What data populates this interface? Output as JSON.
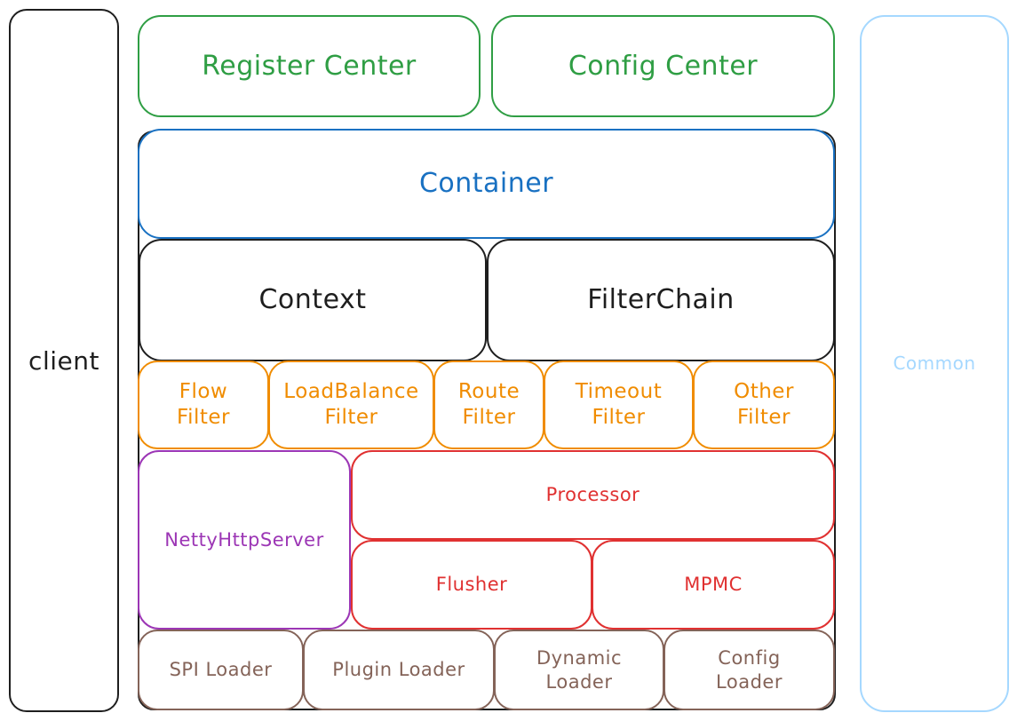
{
  "diagram": {
    "client": {
      "label": "client",
      "color": "#1e1e1e"
    },
    "common": {
      "label": "Common",
      "color": "#a5d8ff"
    },
    "top_row": [
      {
        "label": "Register Center",
        "color": "#2f9e44"
      },
      {
        "label": "Config Center",
        "color": "#2f9e44"
      }
    ],
    "container": {
      "label": "Container",
      "color": "#1971c2"
    },
    "core_row": [
      {
        "label": "Context",
        "color": "#1e1e1e"
      },
      {
        "label": "FilterChain",
        "color": "#1e1e1e"
      }
    ],
    "filters": [
      {
        "label": "Flow\nFilter"
      },
      {
        "label": "LoadBalance\nFilter"
      },
      {
        "label": "Route\nFilter"
      },
      {
        "label": "Timeout\nFilter"
      },
      {
        "label": "Other\nFilter"
      }
    ],
    "filter_color": "#f08c00",
    "server": {
      "label": "NettyHttpServer",
      "color": "#9c36b5"
    },
    "processor": {
      "label": "Processor",
      "color": "#e03131"
    },
    "processor_parts": [
      {
        "label": "Flusher"
      },
      {
        "label": "MPMC"
      }
    ],
    "loaders": [
      {
        "label": "SPI Loader"
      },
      {
        "label": "Plugin Loader"
      },
      {
        "label": "Dynamic\nLoader"
      },
      {
        "label": "Config\nLoader"
      }
    ],
    "loader_color": "#846358"
  }
}
